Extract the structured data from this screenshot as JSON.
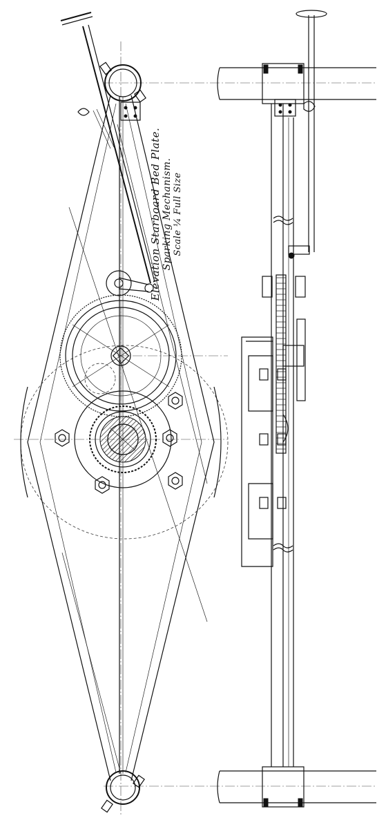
{
  "caption": {
    "line1": "Elevation Starboard Bed Plate.",
    "line2": "Sparking Mechanism.",
    "line3": "Scale ¼ Full Size"
  }
}
